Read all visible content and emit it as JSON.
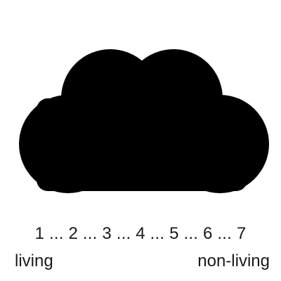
{
  "figure": {
    "shape_icon": "cloud-icon",
    "shape_color": "#000000",
    "background_color": "#ffffff"
  },
  "scale": {
    "text": "1 ... 2 ... 3 ... 4 ... 5 ... 6 ... 7",
    "left_label": "living",
    "right_label": "non-living"
  }
}
